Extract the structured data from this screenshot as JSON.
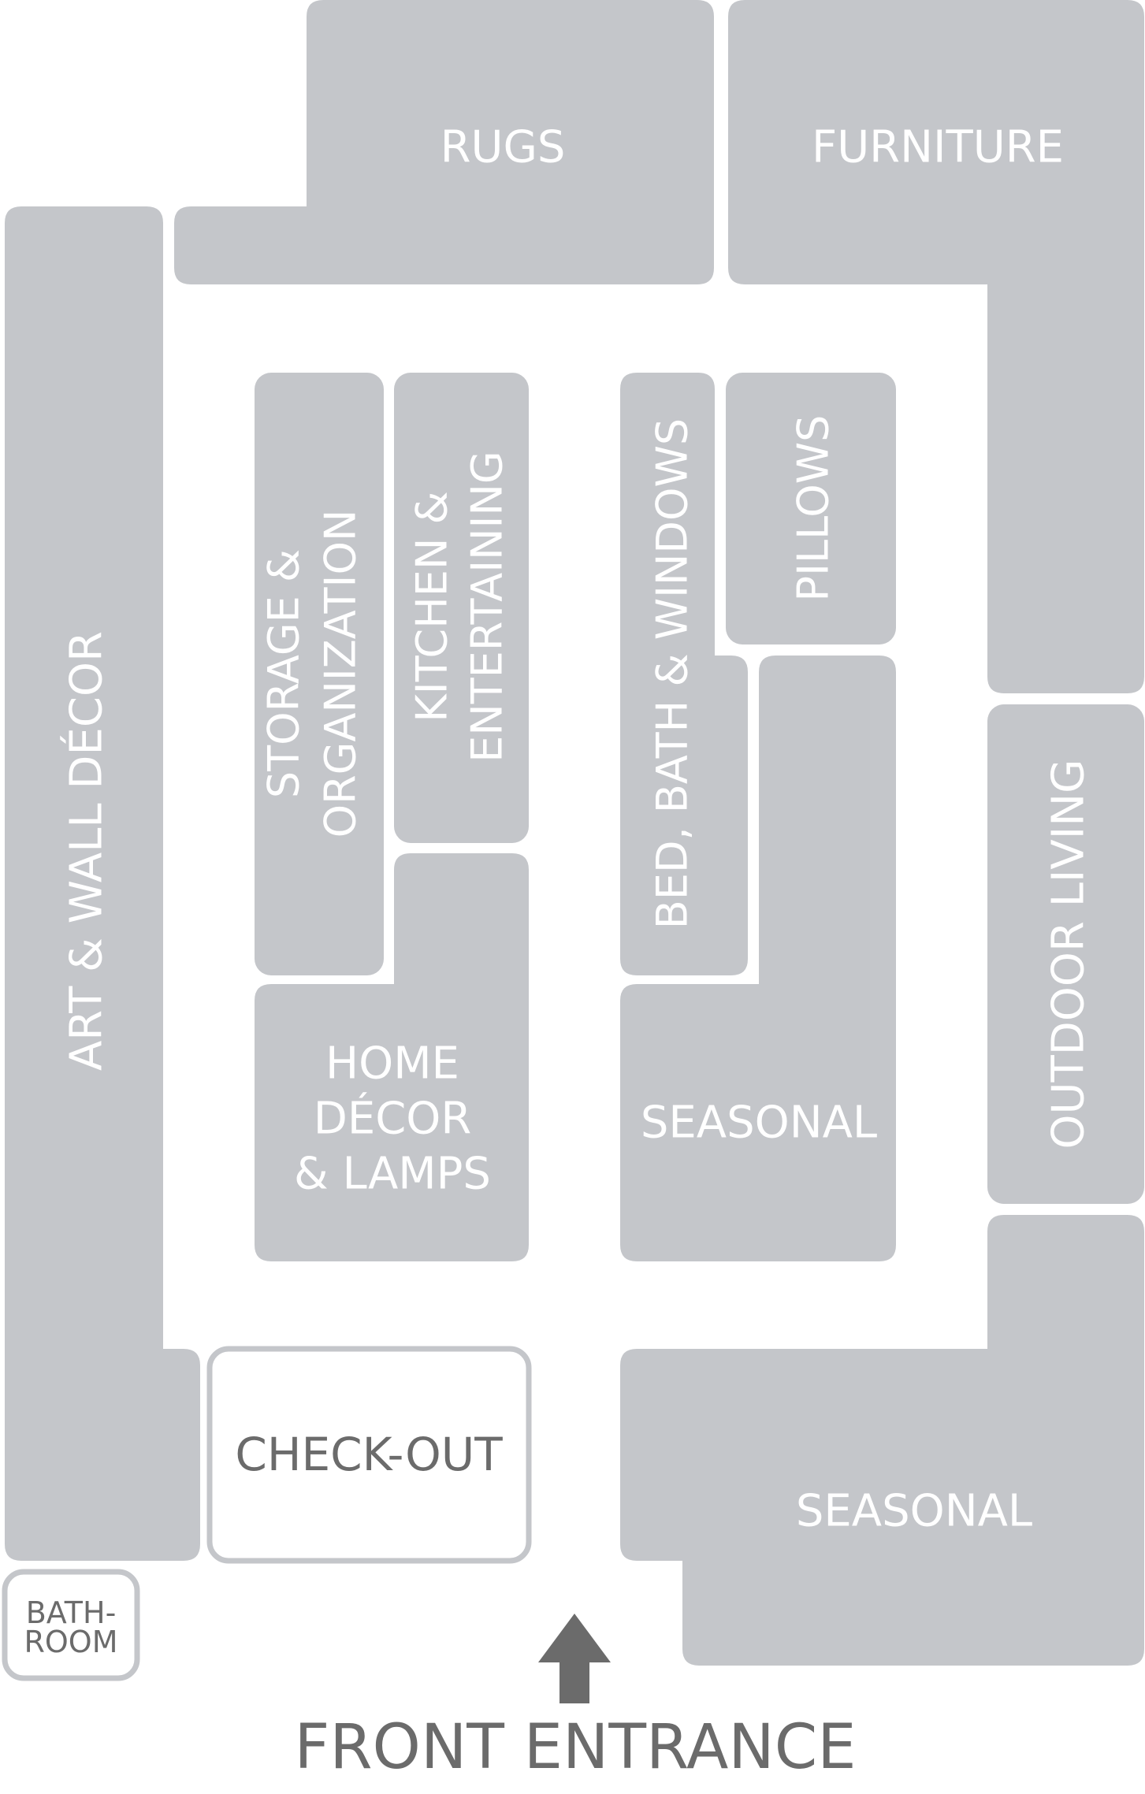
{
  "colors": {
    "department": "#c4c6ca",
    "label": "#ffffff",
    "dark_text": "#6b6b6b",
    "background": "#ffffff"
  },
  "departments": {
    "rugs": "RUGS",
    "furniture": "FURNITURE",
    "art_wall_decor": "ART & WALL DÉCOR",
    "storage_org": [
      "STORAGE &",
      "ORGANIZATION"
    ],
    "kitchen": [
      "KITCHEN &",
      "ENTERTAINING"
    ],
    "home_decor": [
      "HOME",
      "DÉCOR",
      "& LAMPS"
    ],
    "bed_bath": "BED, BATH & WINDOWS",
    "pillows": "PILLOWS",
    "seasonal_center": "SEASONAL",
    "outdoor_living": "OUTDOOR LIVING",
    "seasonal_front": "SEASONAL",
    "checkout": "CHECK-OUT",
    "bathroom": [
      "BATH-",
      "ROOM"
    ]
  },
  "entrance": {
    "label": "FRONT ENTRANCE",
    "arrow_icon": "arrow-up-icon"
  }
}
